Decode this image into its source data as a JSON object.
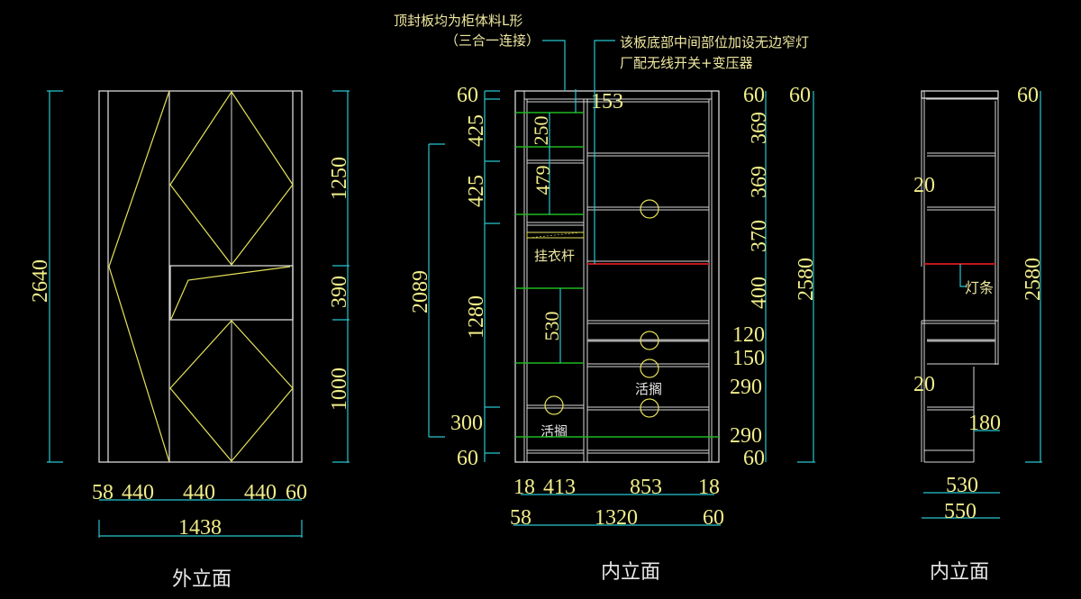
{
  "colors": {
    "background": "#000000",
    "outline": "#d8d8d8",
    "decor": "#e6e25a",
    "dimension_line": "#27c6cf",
    "dimension_text": "#f2ee8a",
    "guide": "#1fb81f",
    "light_strip": "#c0161a"
  },
  "notes": {
    "top_panel_line1": "顶封板均为柜体料L形",
    "top_panel_line2": "（三合一连接）",
    "light_line1": "该板底部中间部位加设无边窄灯",
    "light_line2": "厂配无线开关+变压器"
  },
  "exterior": {
    "title": "外立面",
    "dims_left": {
      "total": "2640"
    },
    "dims_right": [
      "1250",
      "390",
      "1000"
    ],
    "dims_bottom": [
      "58",
      "440",
      "440",
      "440",
      "60"
    ],
    "dims_total": "1438"
  },
  "interior": {
    "title": "内立面",
    "dims_left_outer": "2089",
    "dims_left": [
      "60",
      "425",
      "425",
      "1280",
      "300",
      "60"
    ],
    "dims_inner": [
      "250",
      "479",
      "530"
    ],
    "dim_top_label": "153",
    "hanging_rod": "挂衣杆",
    "movable_shelf": "活搁",
    "dims_right": [
      "60",
      "369",
      "369",
      "370",
      "400",
      "120",
      "150",
      "290",
      "290",
      "60"
    ],
    "dims_right_total_top": "60",
    "dims_right_total": "2580",
    "dims_bottom": [
      "18",
      "413",
      "853",
      "18"
    ],
    "dims_bottom2": [
      "58",
      "1320",
      "60"
    ]
  },
  "side": {
    "title": "内立面",
    "dims_side": [
      "20",
      "20"
    ],
    "light_strip": "灯条",
    "dim_step": "180",
    "dim_top": "60",
    "dims_right_total": "2580",
    "dims_bottom": [
      "530",
      "550"
    ]
  }
}
